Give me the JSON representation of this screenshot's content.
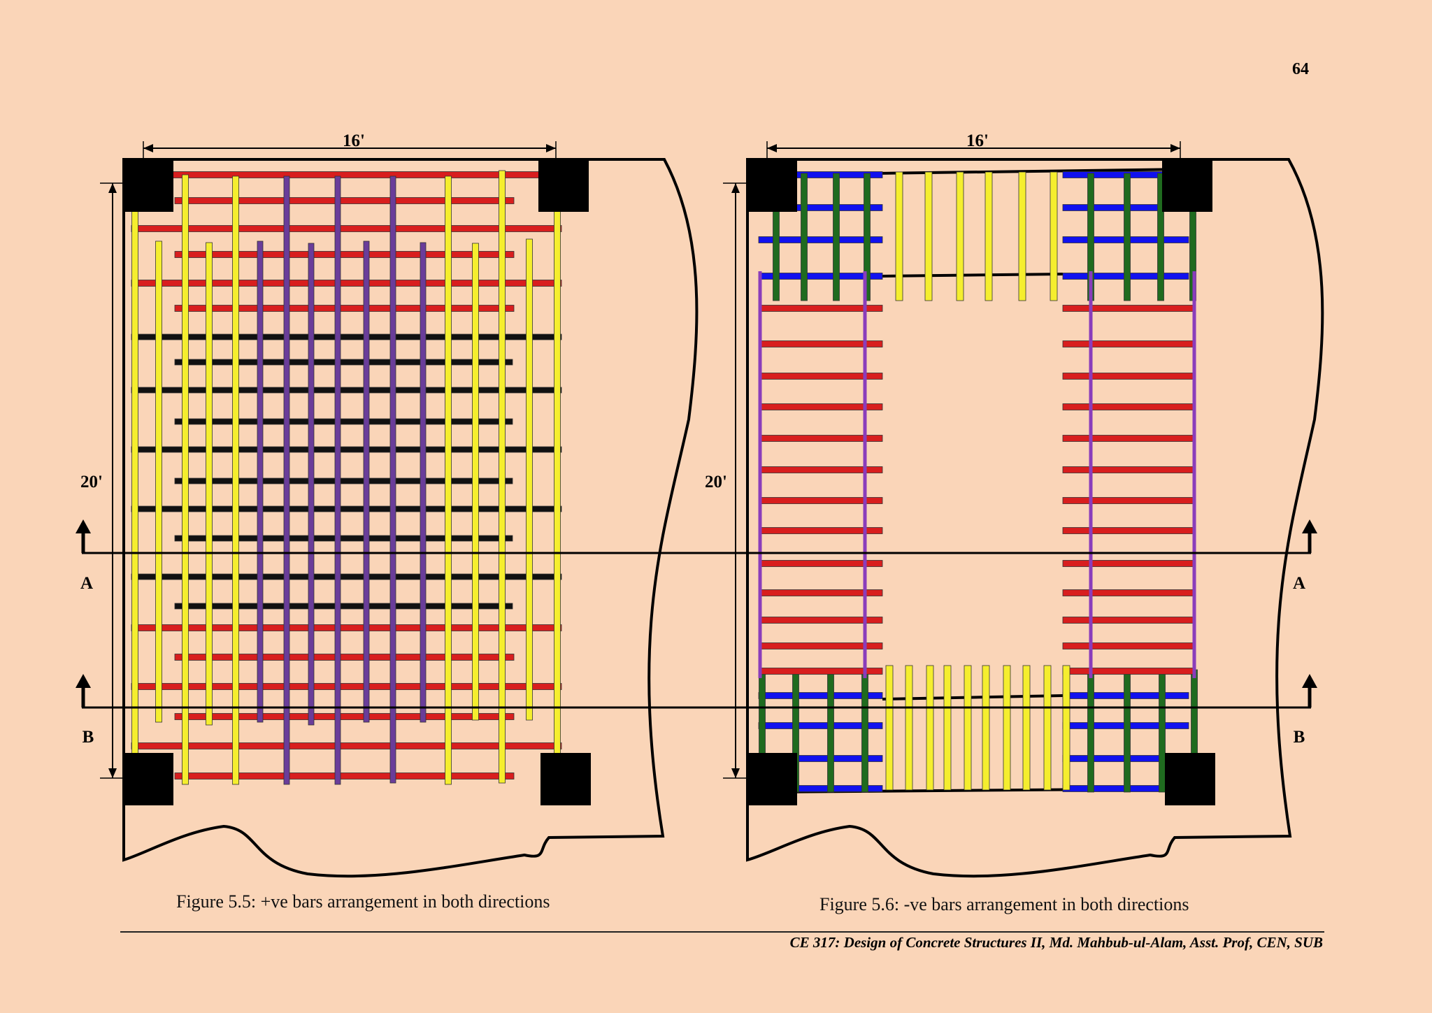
{
  "page_number": "64",
  "figure_left": {
    "width_label": "16'",
    "height_label": "20'",
    "section_a": "A",
    "section_b": "B",
    "caption": "Figure 5.5: +ve bars arrangement in both directions"
  },
  "figure_right": {
    "width_label": "16'",
    "height_label": "20'",
    "section_a": "A",
    "section_b": "B",
    "caption": "Figure 5.6: -ve bars arrangement in both directions"
  },
  "footer": "CE 317: Design of Concrete Structures II, Md. Mahbub-ul-Alam, Asst. Prof, CEN, SUB",
  "colors": {
    "background": "#fad5b8",
    "red_bar": "#d81e1e",
    "yellow_bar": "#f5ee2e",
    "purple_bar": "#6a3d9a",
    "black_bar": "#111111",
    "blue_bar": "#1111ee",
    "green_bar": "#1f6b1f",
    "violet_bar": "#8a3dbb"
  }
}
